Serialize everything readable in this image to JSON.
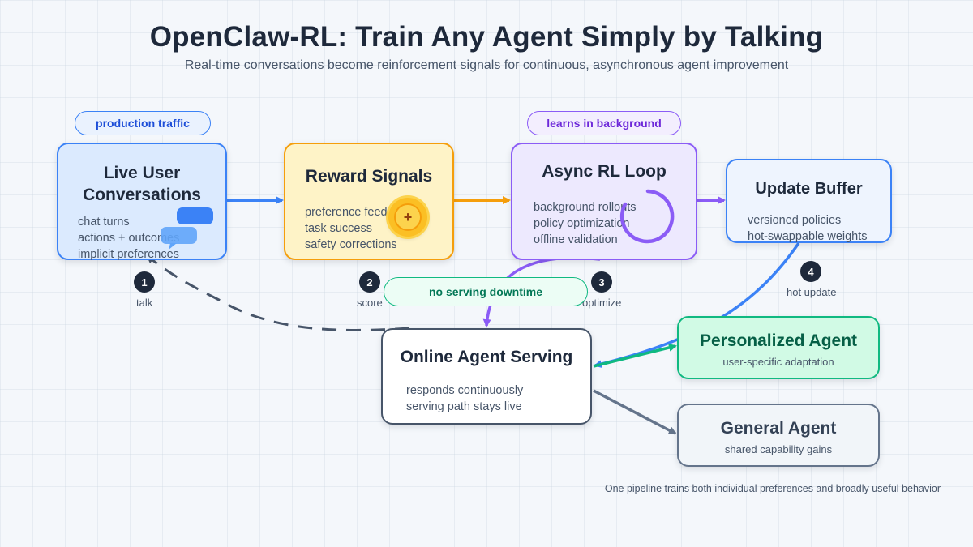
{
  "header": {
    "title": "OpenClaw-RL: Train Any Agent Simply by Talking",
    "subtitle": "Real-time conversations become reinforcement signals for continuous, asynchronous agent improvement"
  },
  "pills": {
    "production": "production traffic",
    "background": "learns in background",
    "downtime": "no serving downtime"
  },
  "nodes": {
    "live": {
      "title_line1": "Live User",
      "title_line2": "Conversations",
      "lines": [
        "chat turns",
        "actions + outcomes",
        "implicit preferences"
      ]
    },
    "reward": {
      "title": "Reward Signals",
      "lines": [
        "preference feedback",
        "task success",
        "safety corrections"
      ]
    },
    "async": {
      "title": "Async RL Loop",
      "lines": [
        "background rollouts",
        "policy optimization",
        "offline validation"
      ]
    },
    "buffer": {
      "title": "Update Buffer",
      "lines": [
        "versioned policies",
        "hot-swappable weights"
      ]
    },
    "serving": {
      "title": "Online Agent Serving",
      "lines": [
        "responds continuously",
        "serving path stays live"
      ]
    },
    "personal": {
      "title": "Personalized Agent",
      "subtitle": "user-specific adaptation"
    },
    "general": {
      "title": "General Agent",
      "subtitle": "shared capability gains"
    }
  },
  "steps": [
    {
      "num": "1",
      "label": "talk"
    },
    {
      "num": "2",
      "label": "score"
    },
    {
      "num": "3",
      "label": "optimize"
    },
    {
      "num": "4",
      "label": "hot update"
    }
  ],
  "reward_icon_symbol": "+",
  "footer": "One pipeline trains both individual preferences and broadly useful behavior",
  "colors": {
    "blue": "#3b82f6",
    "orange": "#f59e0b",
    "purple": "#8b5cf6",
    "green": "#10b981",
    "slate": "#64748b",
    "dark": "#1e293b"
  }
}
